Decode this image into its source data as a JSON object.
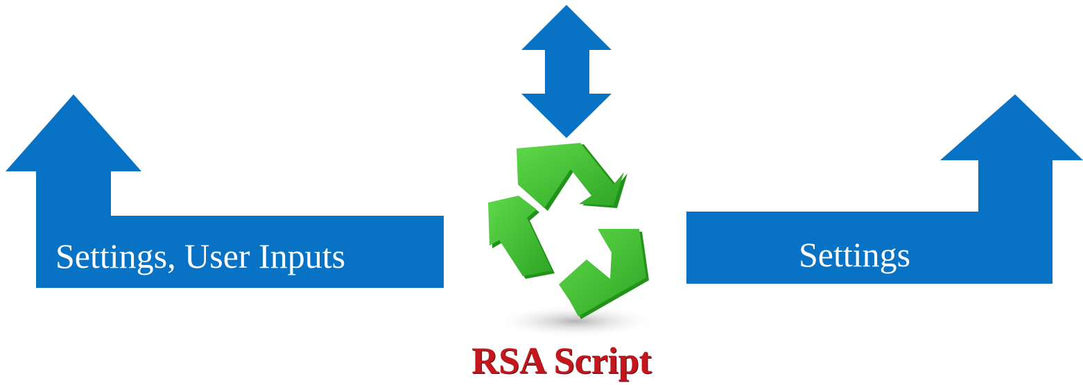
{
  "colors": {
    "arrow_blue": "#0872c4",
    "recycle_green": "#3fbf2e",
    "recycle_green_dark": "#23921c",
    "caption_red": "#c4161c"
  },
  "left_arrow": {
    "label": "Settings, User Inputs",
    "direction": "up"
  },
  "right_arrow": {
    "label": "Settings",
    "direction": "up"
  },
  "center_arrow": {
    "direction": "up-down"
  },
  "center_icon": {
    "icon": "recycle-icon",
    "caption": "RSA Script"
  }
}
